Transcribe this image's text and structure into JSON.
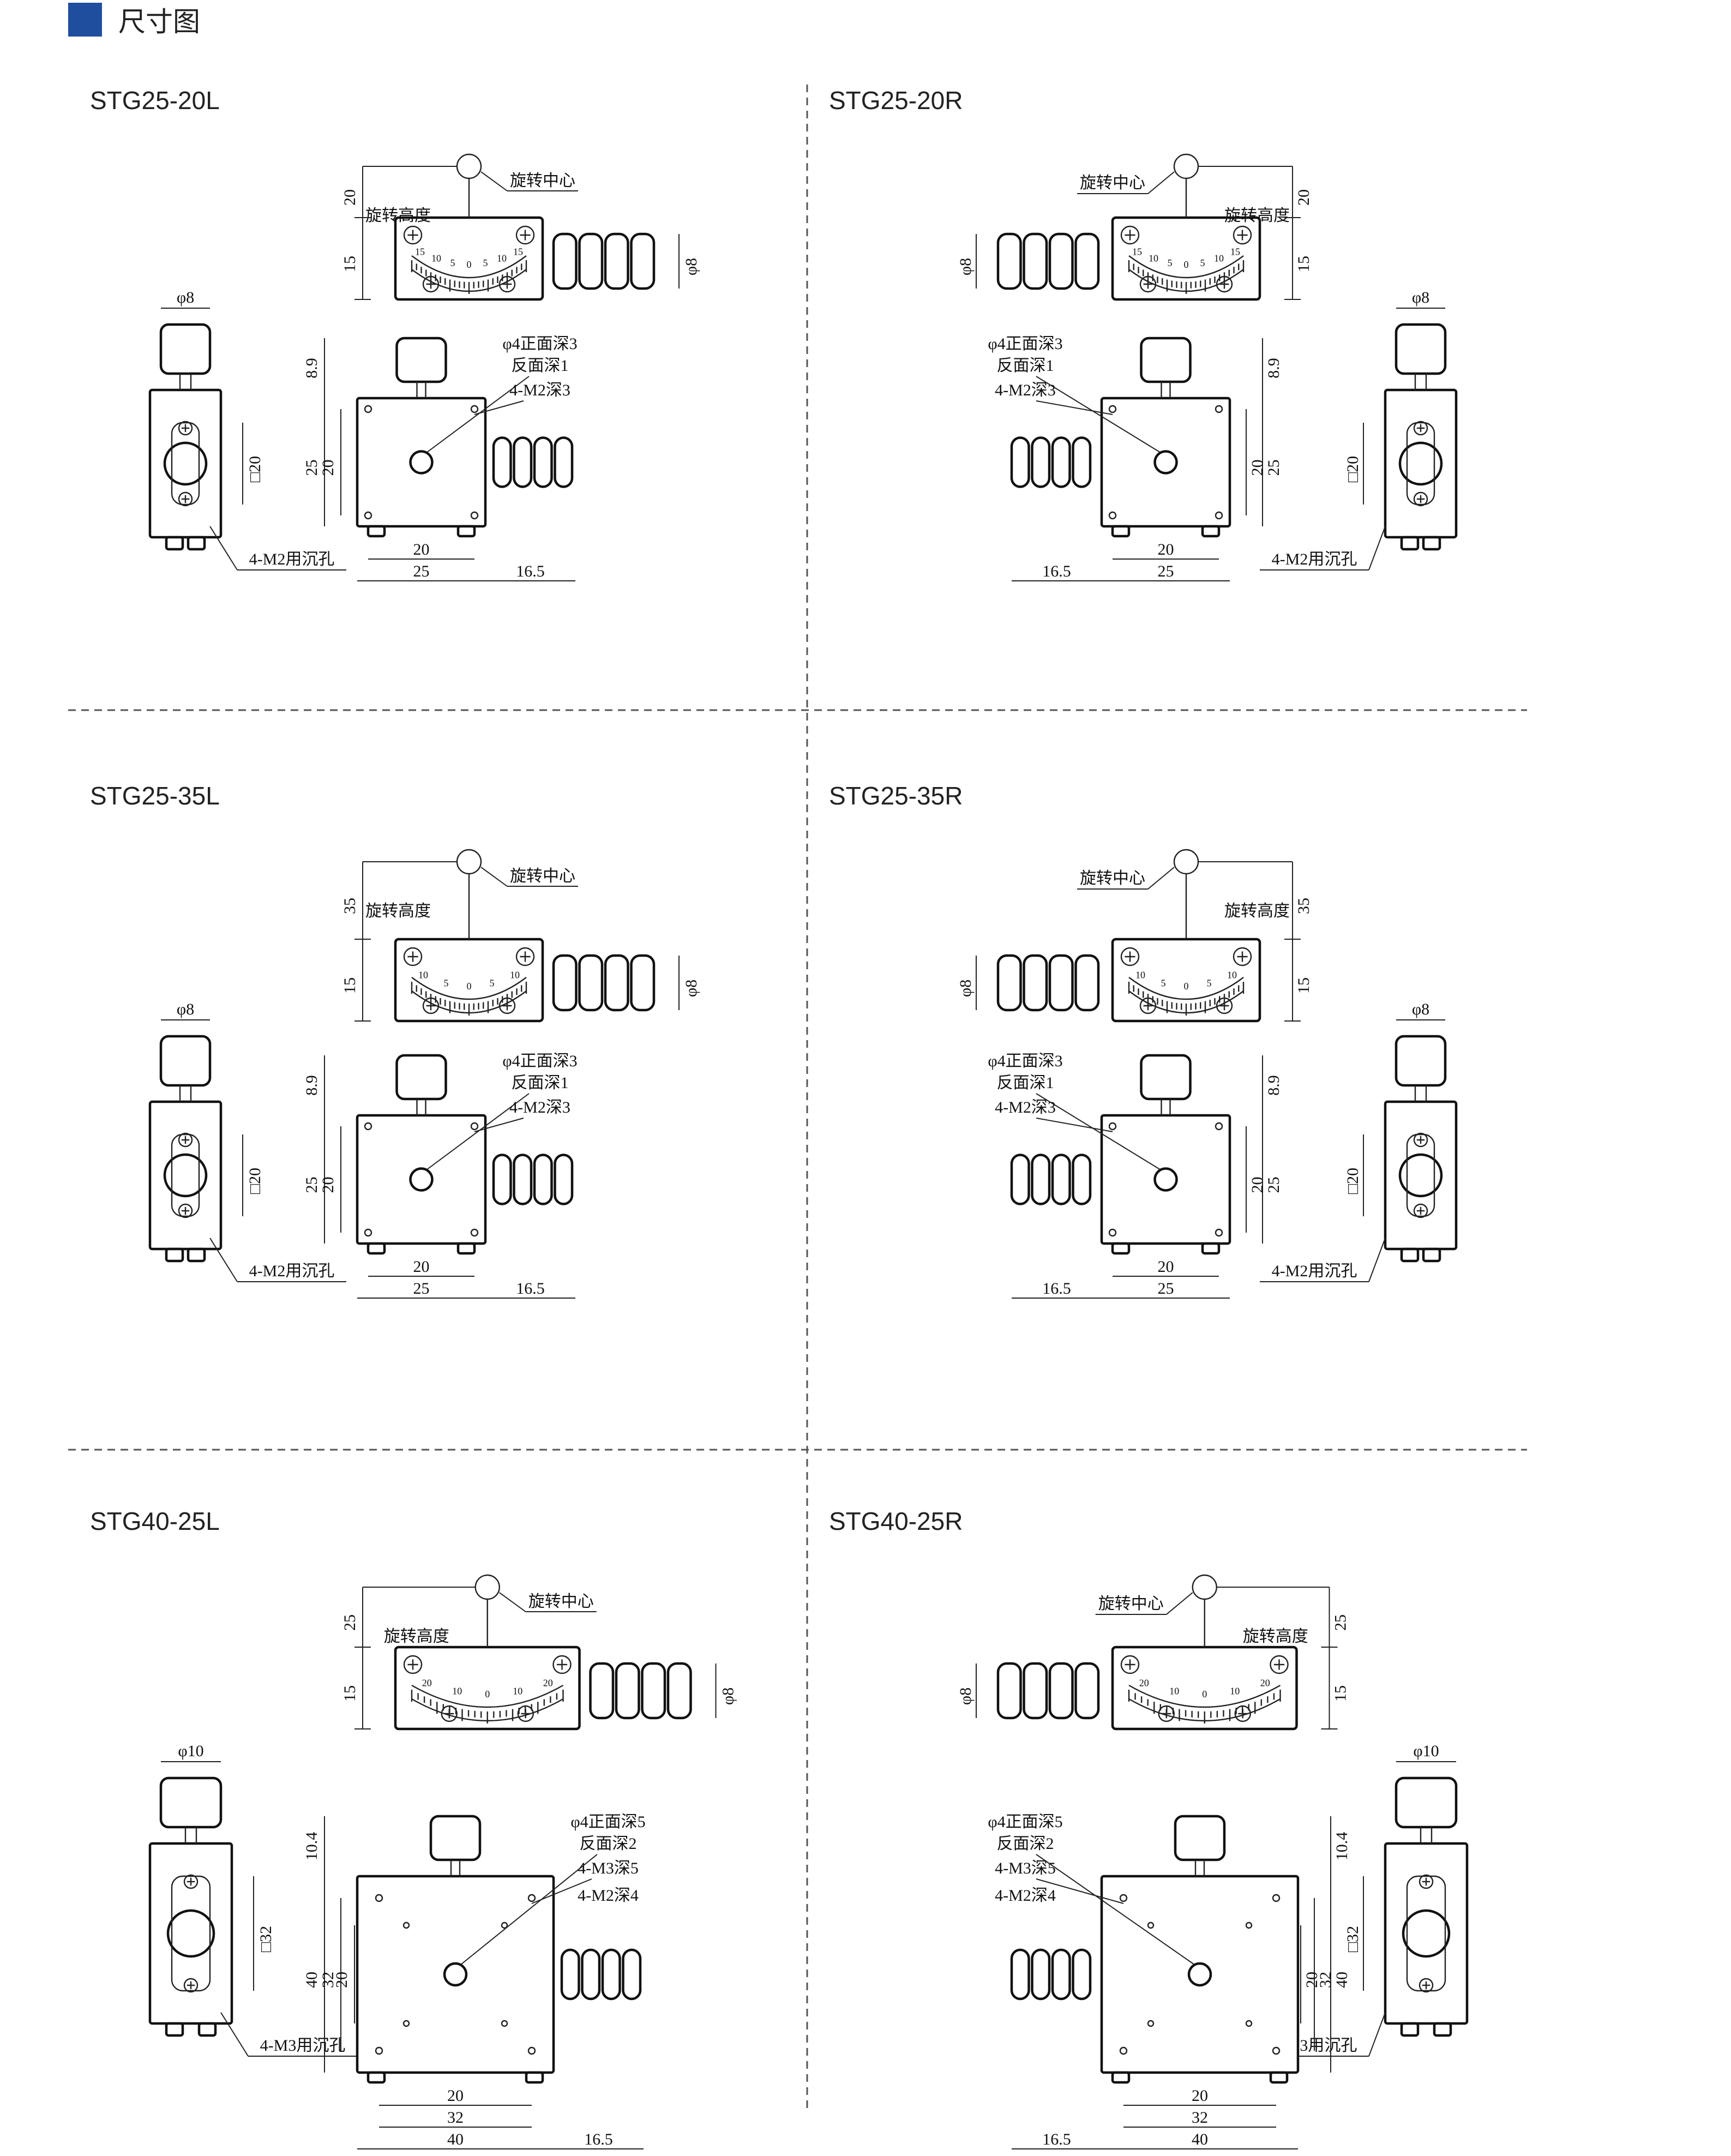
{
  "header": {
    "title": "尺寸图",
    "accent": "#1f4e9e"
  },
  "panels": [
    {
      "model": "STG25-20L",
      "side": "L",
      "rotation_center": "旋转中心",
      "rotation_height_label": "旋转高度",
      "rotation_height": "20",
      "base_height": "15",
      "knob_diameter": "φ8",
      "side_knob_diameter": "φ8",
      "side_square": "□20",
      "hole_front": "φ4正面深3",
      "hole_back": "反面深1",
      "tap_holes": "4-M2深3",
      "counterbore": "4-M2用沉孔",
      "top_offset": "8.9",
      "total_height": "25",
      "hole_pitch_v": "20",
      "hole_pitch_h": "20",
      "width": "25",
      "knob_length": "16.5",
      "scale": [
        "15",
        "10",
        "5",
        "0",
        "5",
        "10",
        "15"
      ]
    },
    {
      "model": "STG25-20R",
      "side": "R",
      "rotation_center": "旋转中心",
      "rotation_height_label": "旋转高度",
      "rotation_height": "20",
      "base_height": "15",
      "knob_diameter": "φ8",
      "side_knob_diameter": "φ8",
      "side_square": "□20",
      "hole_front": "φ4正面深3",
      "hole_back": "反面深1",
      "tap_holes": "4-M2深3",
      "counterbore": "4-M2用沉孔",
      "top_offset": "8.9",
      "total_height": "25",
      "hole_pitch_v": "20",
      "hole_pitch_h": "20",
      "width": "25",
      "knob_length": "16.5",
      "scale": [
        "15",
        "10",
        "5",
        "0",
        "5",
        "10",
        "15"
      ]
    },
    {
      "model": "STG25-35L",
      "side": "L",
      "rotation_center": "旋转中心",
      "rotation_height_label": "旋转高度",
      "rotation_height": "35",
      "base_height": "15",
      "knob_diameter": "φ8",
      "side_knob_diameter": "φ8",
      "side_square": "□20",
      "hole_front": "φ4正面深3",
      "hole_back": "反面深1",
      "tap_holes": "4-M2深3",
      "counterbore": "4-M2用沉孔",
      "top_offset": "8.9",
      "total_height": "25",
      "hole_pitch_v": "20",
      "hole_pitch_h": "20",
      "width": "25",
      "knob_length": "16.5",
      "scale": [
        "10",
        "5",
        "0",
        "5",
        "10"
      ]
    },
    {
      "model": "STG25-35R",
      "side": "R",
      "rotation_center": "旋转中心",
      "rotation_height_label": "旋转高度",
      "rotation_height": "35",
      "base_height": "15",
      "knob_diameter": "φ8",
      "side_knob_diameter": "φ8",
      "side_square": "□20",
      "hole_front": "φ4正面深3",
      "hole_back": "反面深1",
      "tap_holes": "4-M2深3",
      "counterbore": "4-M2用沉孔",
      "top_offset": "8.9",
      "total_height": "25",
      "hole_pitch_v": "20",
      "hole_pitch_h": "20",
      "width": "25",
      "knob_length": "16.5",
      "scale": [
        "10",
        "5",
        "0",
        "5",
        "10"
      ]
    },
    {
      "model": "STG40-25L",
      "side": "L",
      "rotation_center": "旋转中心",
      "rotation_height_label": "旋转高度",
      "rotation_height": "25",
      "base_height": "15",
      "knob_diameter": "φ8",
      "side_knob_diameter": "φ10",
      "side_square": "□32",
      "hole_front": "φ4正面深5",
      "hole_back": "反面深2",
      "tap_holes": "4-M3深5",
      "tap_holes_2": "4-M2深4",
      "counterbore": "4-M3用沉孔",
      "top_offset": "10.4",
      "total_height": "40",
      "hole_pitch_v": "32",
      "hole_pitch_v2": "20",
      "hole_pitch_h": "20",
      "hole_pitch_h2": "32",
      "width": "40",
      "knob_length": "16.5",
      "scale": [
        "20",
        "10",
        "0",
        "10",
        "20"
      ]
    },
    {
      "model": "STG40-25R",
      "side": "R",
      "rotation_center": "旋转中心",
      "rotation_height_label": "旋转高度",
      "rotation_height": "25",
      "base_height": "15",
      "knob_diameter": "φ8",
      "side_knob_diameter": "φ10",
      "side_square": "□32",
      "hole_front": "φ4正面深5",
      "hole_back": "反面深2",
      "tap_holes": "4-M3深5",
      "tap_holes_2": "4-M2深4",
      "counterbore": "4-M3用沉孔",
      "top_offset": "10.4",
      "total_height": "40",
      "hole_pitch_v": "32",
      "hole_pitch_v2": "20",
      "hole_pitch_h": "20",
      "hole_pitch_h2": "32",
      "width": "40",
      "knob_length": "16.5",
      "scale": [
        "20",
        "10",
        "0",
        "10",
        "20"
      ]
    }
  ]
}
